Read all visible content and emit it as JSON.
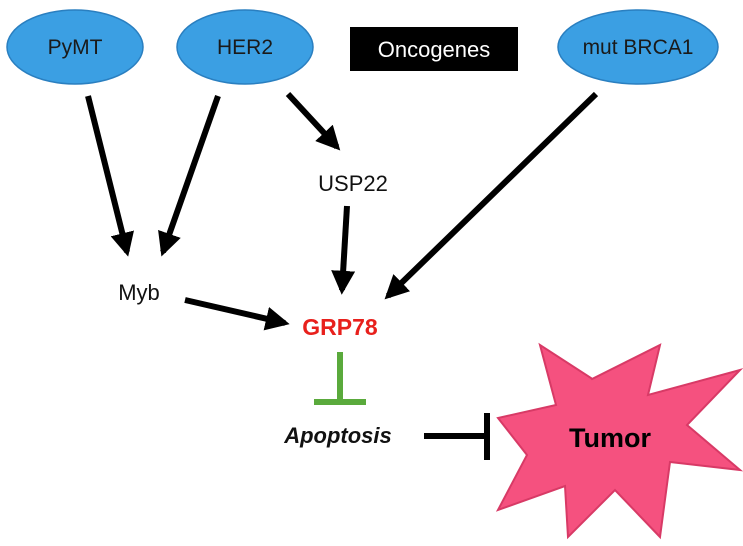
{
  "nodes": {
    "pymt": "PyMT",
    "her2": "HER2",
    "oncogenes": "Oncogenes",
    "mut_brca1": "mut BRCA1",
    "usp22": "USP22",
    "myb": "Myb",
    "grp78": "GRP78",
    "apoptosis": "Apoptosis",
    "tumor": "Tumor"
  },
  "colors": {
    "oval_fill": "#3b9fe3",
    "oval_stroke": "#2a7fc0",
    "grp78_text": "#e8201c",
    "inhibit_green": "#5aaa3c",
    "tumor_fill": "#f5517f",
    "tumor_stroke": "#d83a66"
  }
}
